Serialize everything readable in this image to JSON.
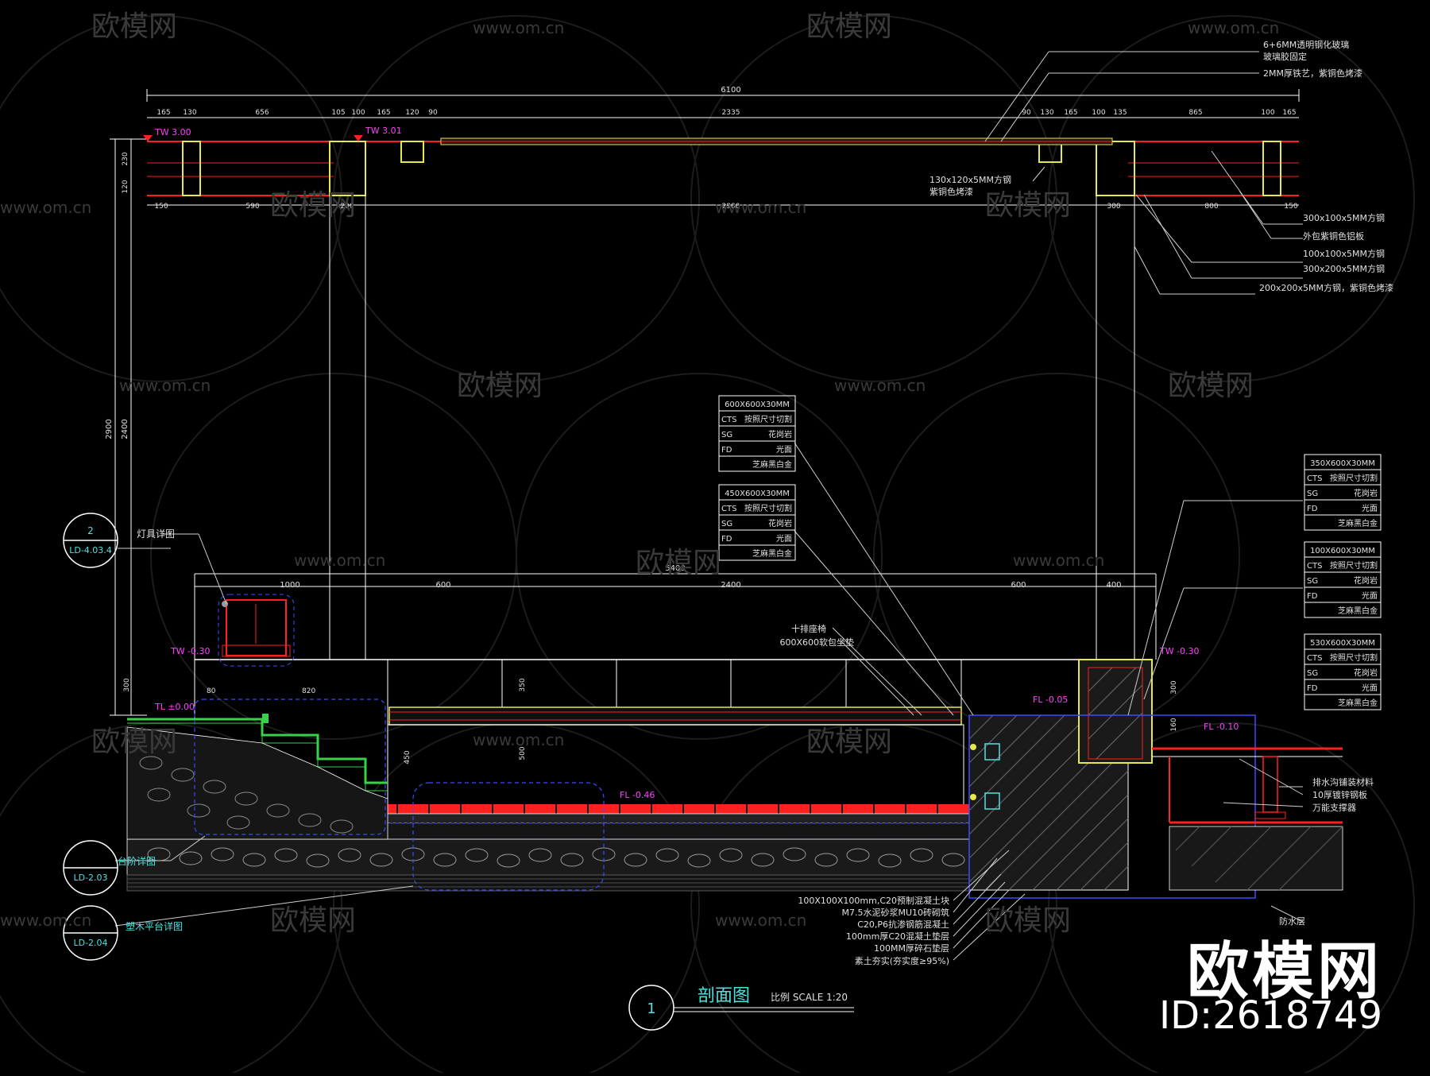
{
  "drawing": {
    "title": "剖面图",
    "scale": "比例 SCALE 1:20",
    "section_no": "1"
  },
  "dims_top": {
    "overall": "6100",
    "row1": [
      "165",
      "130",
      "656",
      "105",
      "100",
      "165",
      "120",
      "90",
      "2335",
      "90",
      "130",
      "165",
      "100",
      "135",
      "865",
      "100",
      "165"
    ],
    "row2": [
      "150",
      "590",
      "200",
      "2900",
      "300",
      "800",
      "150"
    ],
    "left_vert": [
      "2900",
      "2400",
      "230",
      "120"
    ],
    "levels": [
      "TW 3.00",
      "TW 3.01"
    ]
  },
  "dims_mid": {
    "row": [
      "1000",
      "600",
      "2400",
      "600",
      "400"
    ],
    "overall": "5400",
    "levels": [
      "TW -0.30",
      "TL ±0.00",
      "FL -0.05",
      "FL -0.46",
      "TW -0.30",
      "FL -0.10"
    ],
    "vert": [
      "300",
      "450",
      "500",
      "300",
      "160"
    ],
    "step": [
      "80",
      "820"
    ]
  },
  "callouts_top": [
    "6+6MM透明钢化玻璃",
    "玻璃胶固定",
    "2MM厚铁艺，紫铜色烤漆"
  ],
  "callouts_right_top": [
    "300x100x5MM方钢",
    "外包紫铜色铝板",
    "100x100x5MM方钢",
    "300x200x5MM方钢",
    "200x200x5MM方钢，紫铜色烤漆"
  ],
  "callout_mid_left": [
    "130x120x5MM方钢",
    "紫铜色烤漆"
  ],
  "callout_bench": [
    "十排座椅",
    "600X600软包坐垫"
  ],
  "tables_mid": [
    {
      "head": "600X600X30MM",
      "rows": [
        [
          "CTS",
          "按照尺寸切割"
        ],
        [
          "SG",
          "花岗岩"
        ],
        [
          "FD",
          "光面"
        ],
        [
          "",
          "芝麻黑白金"
        ]
      ]
    },
    {
      "head": "450X600X30MM",
      "rows": [
        [
          "CTS",
          "按照尺寸切割"
        ],
        [
          "SG",
          "花岗岩"
        ],
        [
          "FD",
          "光面"
        ],
        [
          "",
          "芝麻黑白金"
        ]
      ]
    }
  ],
  "tables_right": [
    {
      "head": "350X600X30MM",
      "rows": [
        [
          "CTS",
          "按照尺寸切割"
        ],
        [
          "SG",
          "花岗岩"
        ],
        [
          "FD",
          "光面"
        ],
        [
          "",
          "芝麻黑白金"
        ]
      ]
    },
    {
      "head": "100X600X30MM",
      "rows": [
        [
          "CTS",
          "按照尺寸切割"
        ],
        [
          "SG",
          "花岗岩"
        ],
        [
          "FD",
          "光面"
        ],
        [
          "",
          "芝麻黑白金"
        ]
      ]
    },
    {
      "head": "530X600X30MM",
      "rows": [
        [
          "CTS",
          "按照尺寸切割"
        ],
        [
          "SG",
          "花岗岩"
        ],
        [
          "FD",
          "光面"
        ],
        [
          "",
          "芝麻黑白金"
        ]
      ]
    }
  ],
  "callouts_right_bottom": [
    "防水层",
    "排水沟铺装材料",
    "10厚镀锌钢板",
    "万能支撑器"
  ],
  "callouts_bottom": [
    "100X100X100mm,C20预制混凝土块",
    "M7.5水泥砂浆MU10砖砌筑",
    "C20,P6抗渗钢筋混凝土",
    "100mm厚C20混凝土垫层",
    "100MM厚碎石垫层",
    "素土夯实(夯实度≥95%)"
  ],
  "detail_refs": [
    {
      "label": "灯具详图",
      "num": "2",
      "sheet": "LD-4.03.4"
    },
    {
      "label": "台阶详图",
      "num": "",
      "sheet": "LD-2.03"
    },
    {
      "label": "塑木平台详图",
      "num": "",
      "sheet": "LD-2.04"
    }
  ],
  "watermark": {
    "brand": "欧模网",
    "url": "www.om.cn",
    "id": "ID:2618749"
  },
  "colors": {
    "bg": "#000000",
    "line": "#ffffff",
    "red": "#ff2020",
    "yellow": "#e8e84a",
    "cyan": "#4fe0e0",
    "magenta": "#ff40ff",
    "blue": "#3a4cff",
    "green": "#3ad04a"
  }
}
